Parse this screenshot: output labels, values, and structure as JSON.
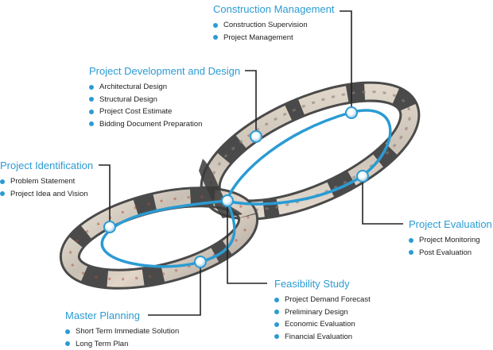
{
  "phases": {
    "construction_management": {
      "title": "Construction Management",
      "items": [
        "Construction Supervision",
        "Project Management"
      ]
    },
    "project_development_design": {
      "title": "Project Development and Design",
      "items": [
        "Architectural Design",
        "Structural Design",
        "Project Cost Estimate",
        "Bidding Document Preparation"
      ]
    },
    "project_identification": {
      "title": "Project Identification",
      "items": [
        "Problem Statement",
        "Project Idea and Vision"
      ]
    },
    "project_evaluation": {
      "title": "Project Evaluation",
      "items": [
        "Project Monitoring",
        "Post Evaluation"
      ]
    },
    "feasibility_study": {
      "title": "Feasibility Study",
      "items": [
        "Project Demand Forecast",
        "Preliminary Design",
        "Economic Evaluation",
        "Financial Evaluation"
      ]
    },
    "master_planning": {
      "title": "Master Planning",
      "items": [
        "Short Term Immediate Solution",
        "Long Term Plan"
      ]
    }
  },
  "colors": {
    "accent": "#2b9bd3",
    "text": "#1e1e1e",
    "connector": "#222222",
    "ribbon_dark": "#4a4a4a",
    "ribbon_light": "#d8cfc4"
  },
  "icons": {
    "node": "circle-node-icon",
    "bullet": "bullet-dot-icon"
  }
}
